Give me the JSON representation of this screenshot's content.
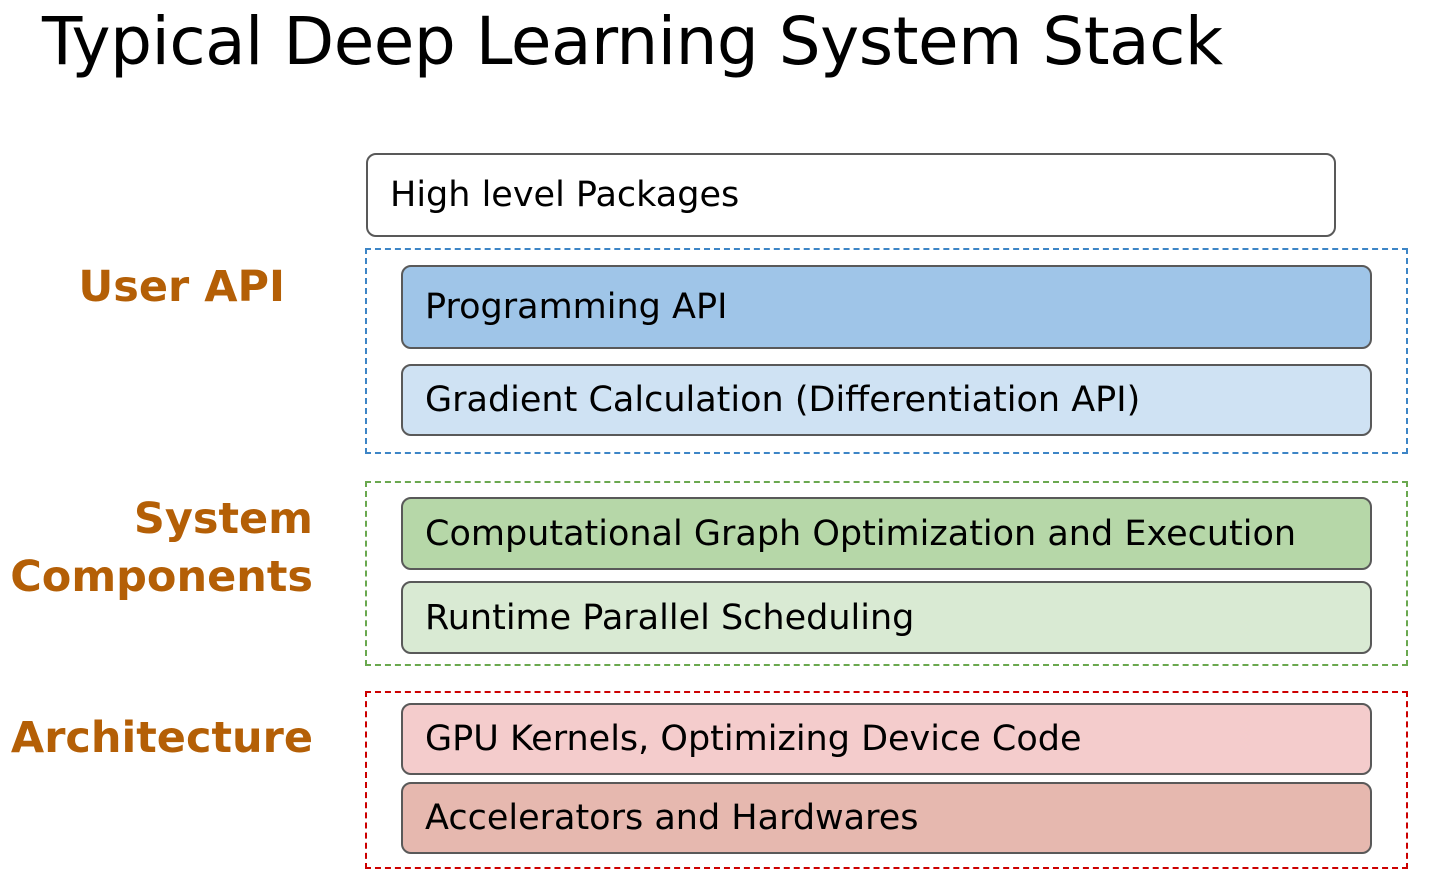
{
  "title": "Typical Deep Learning System Stack",
  "top_box": "High level Packages",
  "groups": [
    {
      "label_lines": [
        "User API"
      ],
      "items": [
        "Programming API",
        "Gradient Calculation (Differentiation API)"
      ]
    },
    {
      "label_lines": [
        "System",
        "Components"
      ],
      "items": [
        "Computational Graph Optimization and Execution",
        "Runtime Parallel Scheduling"
      ]
    },
    {
      "label_lines": [
        "Architecture"
      ],
      "items": [
        "GPU Kernels, Optimizing Device Code",
        "Accelerators and Hardwares"
      ]
    }
  ],
  "colors": {
    "label_text": "#b45f06",
    "user_api_border": "#3d85c6",
    "user_api_fill_1": "#9fc5e8",
    "user_api_fill_2": "#cfe2f3",
    "system_border": "#6aa84f",
    "system_fill_1": "#b6d7a8",
    "system_fill_2": "#d9ead3",
    "architecture_border": "#cc0000",
    "architecture_fill_1": "#f4cccc",
    "architecture_fill_2": "#e6b8af"
  }
}
